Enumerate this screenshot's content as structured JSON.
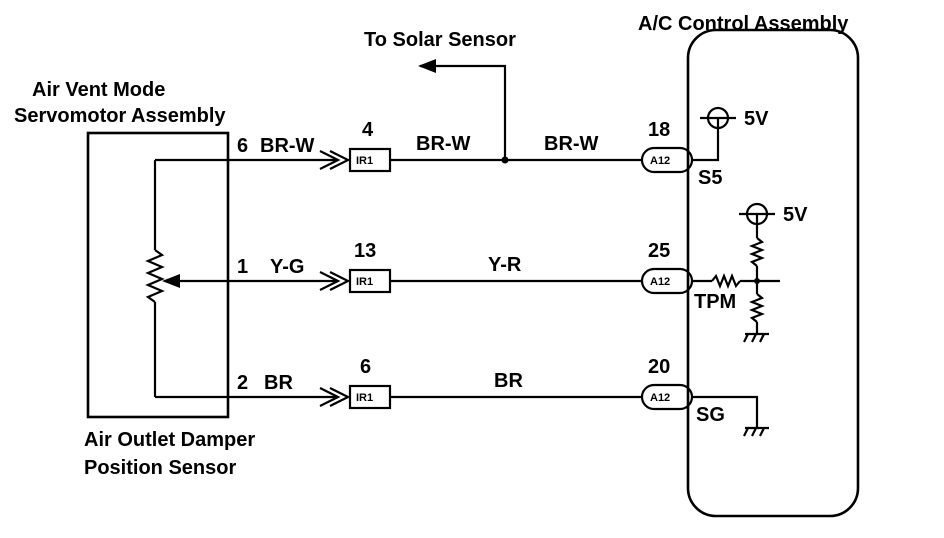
{
  "labels": {
    "ac_control_assembly": "A/C Control Assembly",
    "to_solar_sensor": "To Solar Sensor",
    "servomotor_line1": "Air Vent Mode",
    "servomotor_line2": "Servomotor Assembly",
    "sensor_line1": "Air Outlet Damper",
    "sensor_line2": "Position Sensor"
  },
  "circuits": [
    {
      "sensor_pin": "6",
      "sensor_wire": "BR-W",
      "relay_pin": "4",
      "relay_connector": "IR1",
      "mid_wire": "BR-W",
      "end_wire": "BR-W",
      "ecu_pin": "18",
      "ecu_connector": "A12",
      "ecu_terminal": "S5"
    },
    {
      "sensor_pin": "1",
      "sensor_wire": "Y-G",
      "relay_pin": "13",
      "relay_connector": "IR1",
      "end_wire": "Y-R",
      "ecu_pin": "25",
      "ecu_connector": "A12",
      "ecu_terminal": "TPM"
    },
    {
      "sensor_pin": "2",
      "sensor_wire": "BR",
      "relay_pin": "6",
      "relay_connector": "IR1",
      "end_wire": "BR",
      "ecu_pin": "20",
      "ecu_connector": "A12",
      "ecu_terminal": "SG"
    }
  ],
  "supplies": [
    "5V",
    "5V"
  ]
}
